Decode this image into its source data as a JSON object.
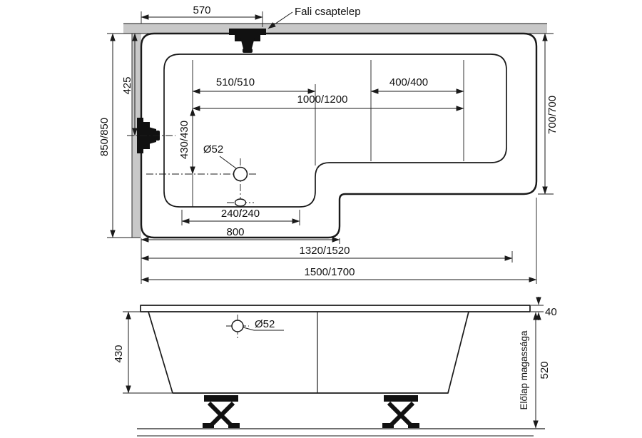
{
  "colors": {
    "line": "#1a1a1a",
    "wall": "#c8c8c8",
    "background": "#ffffff"
  },
  "top_view": {
    "tap_label": "Fali csaptelep",
    "dims": {
      "tap_offset": "570",
      "tap_centerline": "425",
      "overall_width": "850/850",
      "left_inner_length": "510/510",
      "right_inner_length": "400/400",
      "basin_length": "1000/1200",
      "drain_from_back": "430/430",
      "right_width": "700/700",
      "drain_diameter": "Ø52",
      "drain_offset": "240/240",
      "step_offset": "800",
      "inner_length": "1320/1520",
      "overall_length": "1500/1700"
    }
  },
  "side_view": {
    "dims": {
      "tub_depth": "430",
      "overflow_diameter": "Ø52",
      "rim_thickness": "40",
      "panel_height": "520",
      "panel_label": "Előlap magassága"
    }
  }
}
